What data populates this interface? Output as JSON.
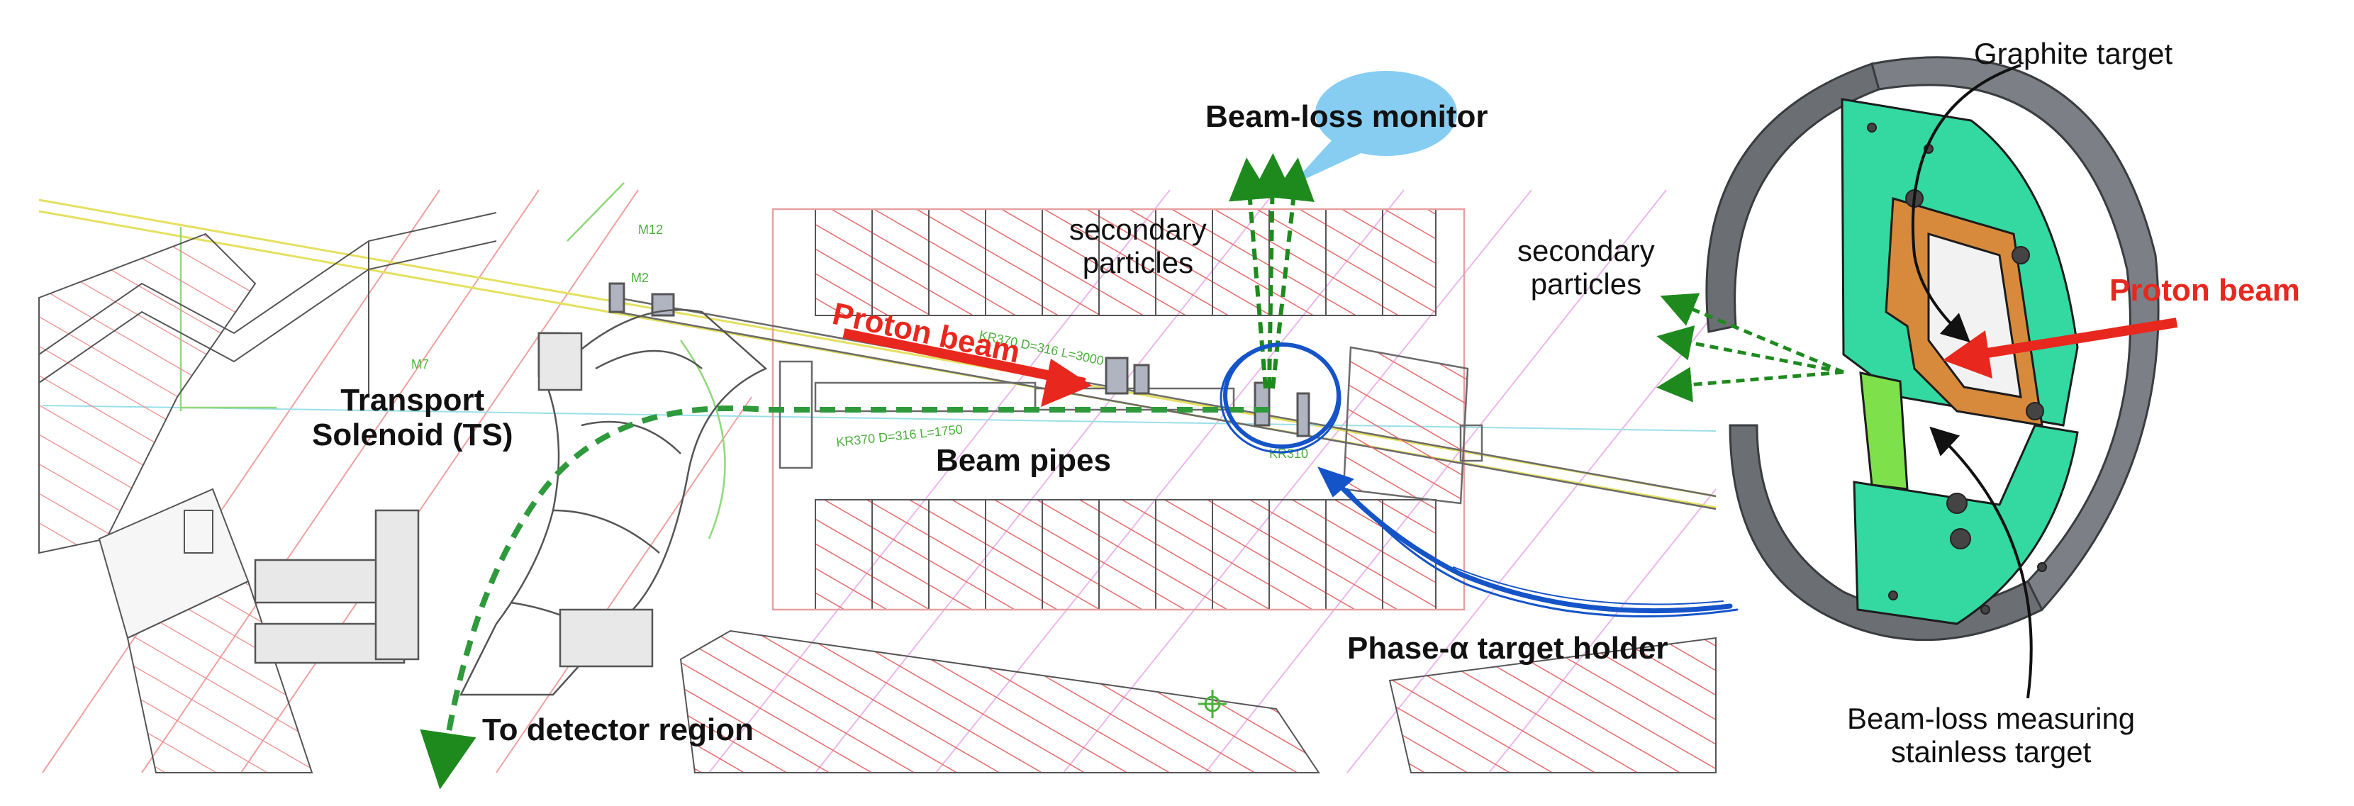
{
  "labels": {
    "beam_loss_monitor": "Beam-loss monitor",
    "secondary_particles_left": "secondary\nparticles",
    "secondary_particles_right": "secondary\nparticles",
    "proton_beam_left": "Proton beam",
    "proton_beam_right": "Proton beam",
    "transport_solenoid": "Transport\nSolenoid (TS)",
    "beam_pipes": "Beam pipes",
    "target_holder": "Phase-α target holder",
    "to_detector": "To detector region",
    "graphite_target": "Graphite target",
    "stainless_target": "Beam-loss measuring\nstainless target"
  },
  "drawing_annotations": [
    "KR370 D=316 L=1750",
    "KR310",
    "KR370 D=316 L=3000",
    "M12",
    "M2",
    "M7"
  ],
  "colors": {
    "proton_beam": "#e8281e",
    "secondary_particles": "#1e8a1e",
    "target_holder_highlight": "#1554c8",
    "beam_loss_monitor_bubble": "#87cdf2",
    "holder_plate": "#33d9a0",
    "graphite_frame": "#d88a3c",
    "stainless_target": "#7ee04a",
    "holder_ring": "#6b6e73"
  }
}
